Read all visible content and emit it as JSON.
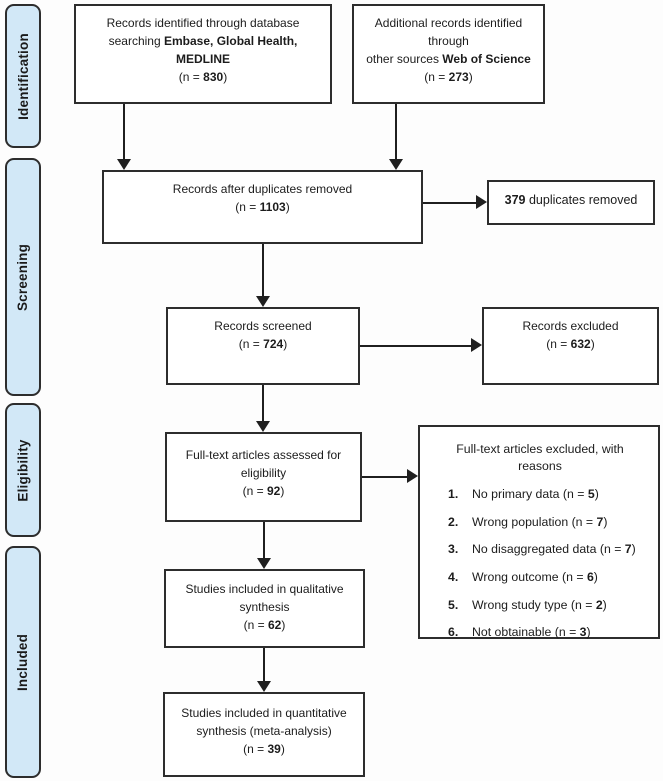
{
  "sidebar": {
    "stages": [
      {
        "label": "Identification"
      },
      {
        "label": "Screening"
      },
      {
        "label": "Eligibility"
      },
      {
        "label": "Included"
      }
    ]
  },
  "colors": {
    "stage_fill": "#d2e8f7",
    "box_border": "#2d2d2d",
    "arrow": "#1f1f1f",
    "text": "#1c1c1c"
  },
  "nodes": {
    "identified": {
      "l1": "Records identified through database",
      "l2a": "searching ",
      "l2b": "Embase, Global Health,",
      "l3": "MEDLINE",
      "n_pre": "(n = ",
      "n": "830",
      "n_post": ")"
    },
    "additional": {
      "l1": "Additional records identified through",
      "l2a": "other sources ",
      "l2b": "Web of Science",
      "n_pre": "(n = ",
      "n": "273",
      "n_post": ")"
    },
    "dedup": {
      "l1": "Records after duplicates removed",
      "n_pre": "(n = ",
      "n": "1103",
      "n_post": ")"
    },
    "dup_removed": {
      "n": "379",
      "rest": " duplicates removed"
    },
    "screened": {
      "l1": "Records screened",
      "n_pre": "(n = ",
      "n": "724",
      "n_post": ")"
    },
    "excluded": {
      "l1": "Records excluded",
      "n_pre": "(n = ",
      "n": "632",
      "n_post": ")"
    },
    "fulltext": {
      "l1": "Full-text articles assessed for",
      "l2": "eligibility",
      "n_pre": "(n = ",
      "n": "92",
      "n_post": ")"
    },
    "reasons": {
      "title": "Full-text articles excluded, with reasons",
      "items": [
        {
          "num": "1.",
          "text": "No primary data (n = ",
          "n": "5",
          "post": ")"
        },
        {
          "num": "2.",
          "text": "Wrong population (n = ",
          "n": "7",
          "post": ")"
        },
        {
          "num": "3.",
          "text": "No disaggregated data (n = ",
          "n": "7",
          "post": ")"
        },
        {
          "num": "4.",
          "text": "Wrong outcome (n = ",
          "n": "6",
          "post": ")"
        },
        {
          "num": "5.",
          "text": "Wrong study type (n = ",
          "n": "2",
          "post": ")"
        },
        {
          "num": "6.",
          "text": "Not obtainable (n = ",
          "n": "3",
          "post": ")"
        }
      ]
    },
    "qualitative": {
      "l1": "Studies included in qualitative",
      "l2": "synthesis",
      "n_pre": "(n = ",
      "n": "62",
      "n_post": ")"
    },
    "quantitative": {
      "l1": "Studies included in quantitative",
      "l2": "synthesis (meta-analysis)",
      "n_pre": "(n = ",
      "n": "39",
      "n_post": ")"
    }
  }
}
